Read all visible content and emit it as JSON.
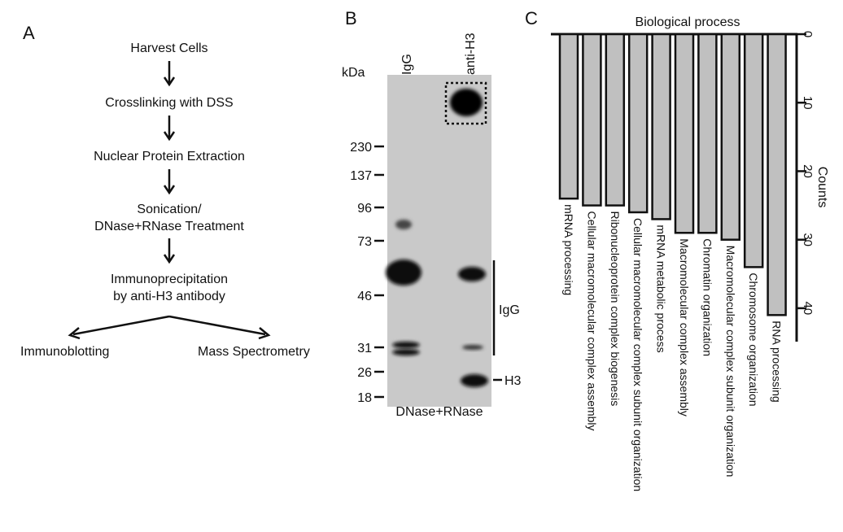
{
  "panel_a": {
    "letter": "A",
    "steps": [
      [
        "Harvest Cells"
      ],
      [
        "Crosslinking with DSS"
      ],
      [
        "Nuclear Protein Extraction"
      ],
      [
        "Sonication/",
        "DNase+RNase Treatment"
      ],
      [
        "Immunoprecipitation",
        "by anti-H3 antibody"
      ]
    ],
    "branches": [
      "Immunoblotting",
      "Mass Spectrometry"
    ]
  },
  "panel_b": {
    "letter": "B",
    "lanes": [
      "IgG",
      "anti-H3"
    ],
    "unit": "kDa",
    "markers": [
      230,
      137,
      96,
      73,
      46,
      31,
      26,
      18
    ],
    "bracket_label": "IgG",
    "band_label": "H3",
    "footer": "DNase+RNase",
    "gel_color": "#c9c9c9",
    "band_color": "#0d0d0d"
  },
  "chart_data": {
    "type": "bar",
    "orientation": "vertical-downward",
    "panel_letter": "C",
    "title": "Biological process",
    "ylabel": "Counts",
    "ylim": [
      0,
      45
    ],
    "yticks": [
      0,
      10,
      20,
      30,
      40
    ],
    "categories": [
      "mRNA processing",
      "Cellular macromolecular complex assembly",
      "Ribonucleoprotein complex biogenesis",
      "Cellular macromolecular complex subunit organization",
      "mRNA metabolic process",
      "Macromolecular complex assembly",
      "Chromatin organization",
      "Macromolecular complex subunit organization",
      "Chromosome organization",
      "RNA processing"
    ],
    "values": [
      24,
      25,
      25,
      26,
      27,
      29,
      29,
      30,
      34,
      41
    ],
    "bar_color": "#c0c0c0",
    "grid": false
  }
}
